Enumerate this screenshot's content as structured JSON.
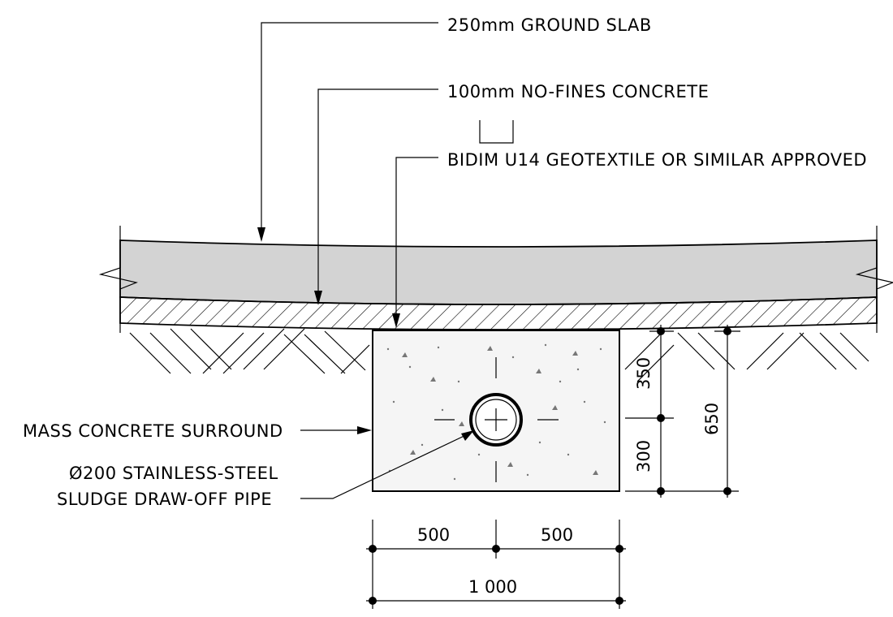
{
  "labels": {
    "slab": "250mm GROUND SLAB",
    "nofines": "100mm NO-FINES CONCRETE",
    "geotextile": "BIDIM U14 GEOTEXTILE OR SIMILAR APPROVED",
    "surround": "MASS CONCRETE SURROUND",
    "pipe_line1": "Ø200 STAINLESS-STEEL",
    "pipe_line2": "SLUDGE DRAW-OFF PIPE"
  },
  "dimensions": {
    "upper": "350",
    "lower": "300",
    "total_height": "650",
    "left_half": "500",
    "right_half": "500",
    "total_width": "1 000"
  },
  "colors": {
    "slab_fill": "#d3d3d3",
    "concrete_fill": "#f5f5f5",
    "stroke": "#000000"
  }
}
